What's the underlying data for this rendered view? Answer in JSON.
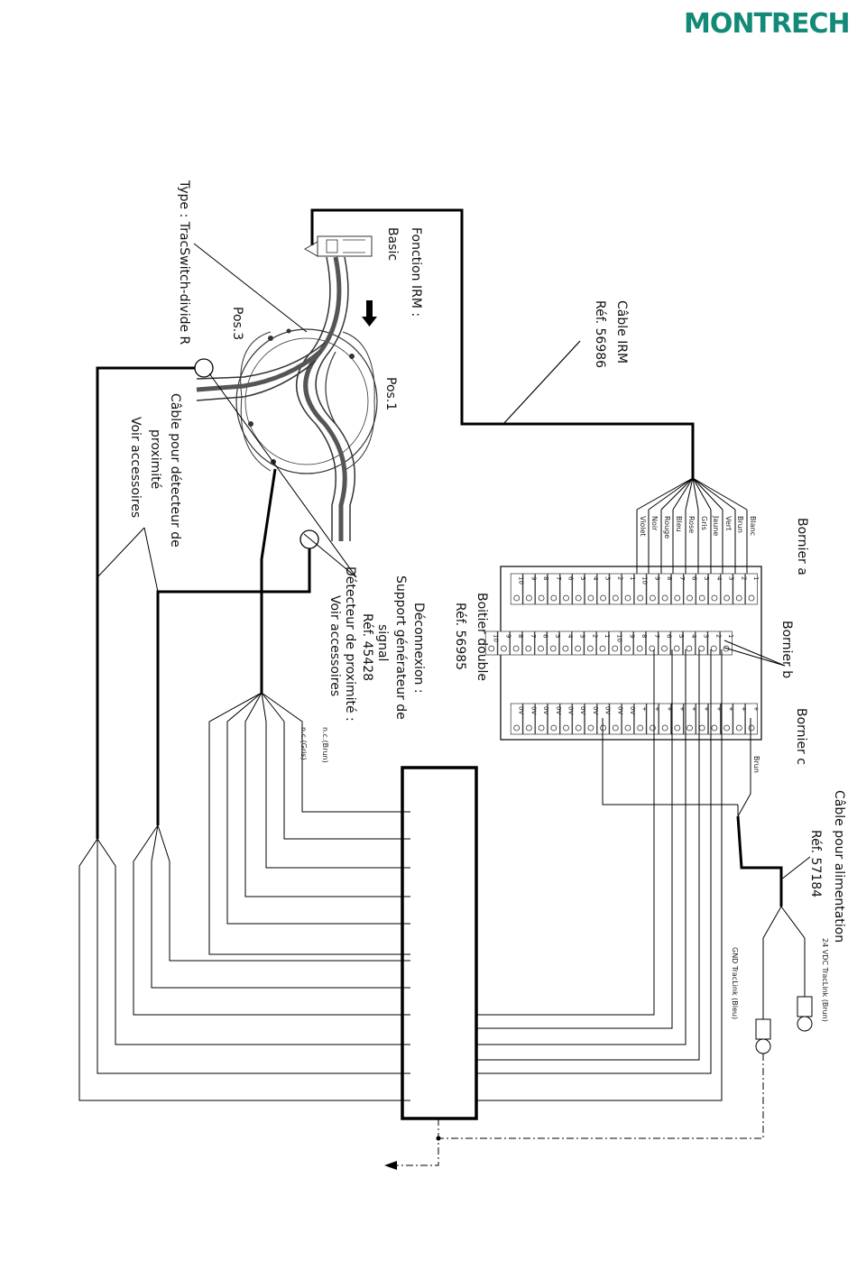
{
  "logo": "MONTRECH",
  "labels": {
    "cable_irm": "Câble IRM",
    "cable_irm_ref": "Réf. 56986",
    "fonction_irm": "Fonction IRM :",
    "fonction_irm_val": "Basic",
    "type": "Type : TracSwitch-divide R",
    "pos1": "Pos.1",
    "pos3": "Pos.3",
    "cable_prox_1": "Câble pour détecteur de",
    "cable_prox_2": "proximité",
    "cable_prox_3": "Voir accessoires",
    "bornier_a": "Bornier a",
    "bornier_b": "Bornier b",
    "bornier_c": "Bornier c",
    "boitier": "Boitier double",
    "boitier_ref": "Réf. 56985",
    "deconnexion_1": "Déconnexion :",
    "deconnexion_2": "Support générateur de",
    "deconnexion_3": "signal",
    "deconnexion_4": "Réf. 45428",
    "detecteur_1": "Détecteur de proximité :",
    "detecteur_2": "Voir accessoires",
    "nc_brun": "n.c.(Brun)",
    "nc_gris": "n.c.(Gris)",
    "brun": "Brun",
    "alim_1": "Câble pour alimentation",
    "alim_ref": "Réf. 57184",
    "vdc": "24 VDC TracLink (Brun)",
    "gnd": "GND TracLink (Bleu)"
  },
  "wire_colors": [
    "Blanc",
    "Brun",
    "Vert",
    "Jaune",
    "Gris",
    "Rose",
    "Bleu",
    "Rouge",
    "Noir",
    "Violet"
  ],
  "terminals": {
    "a": [
      "1",
      "2",
      "3",
      "4",
      "5",
      "6",
      "7",
      "8",
      "9",
      "10",
      "1",
      "2",
      "3",
      "4",
      "5",
      "6",
      "7",
      "8",
      "9",
      "10"
    ],
    "b": [
      "1",
      "2",
      "3",
      "4",
      "5",
      "6",
      "7",
      "8",
      "9",
      "10",
      "1",
      "2",
      "3",
      "4",
      "5",
      "6",
      "7",
      "8",
      "9",
      "10"
    ],
    "c": [
      "+",
      "+",
      "+",
      "+",
      "+",
      "+",
      "+",
      "+",
      "+",
      "+",
      "0V",
      "0V",
      "0V",
      "0V",
      "0V",
      "0V",
      "0V",
      "0V",
      "0V",
      "0V"
    ]
  }
}
